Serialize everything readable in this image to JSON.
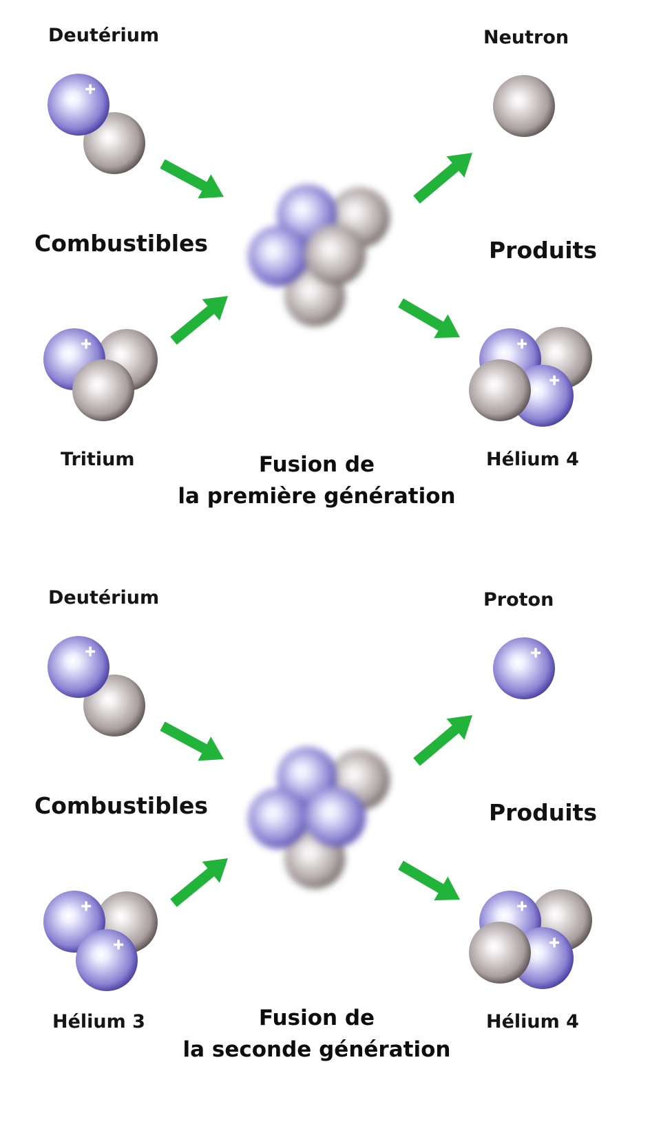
{
  "colors": {
    "proton": "#5a4fb3",
    "proton_light": "#eeeeff",
    "neutron": "#5e5252",
    "neutron_light": "#ffffff",
    "arrow": "#22b33a",
    "plus": "#ffffff"
  },
  "generation1": {
    "reactant_top": "Deutérium",
    "reactant_bottom": "Tritium",
    "fuels_label": "Combustibles",
    "products_label": "Produits",
    "product_top": "Neutron",
    "product_bottom": "Hélium 4",
    "title_line1": "Fusion de",
    "title_line2": "la première génération"
  },
  "generation2": {
    "reactant_top": "Deutérium",
    "reactant_bottom": "Hélium 3",
    "fuels_label": "Combustibles",
    "products_label": "Produits",
    "product_top": "Proton",
    "product_bottom": "Hélium 4",
    "title_line1": "Fusion de",
    "title_line2": "la seconde génération"
  }
}
